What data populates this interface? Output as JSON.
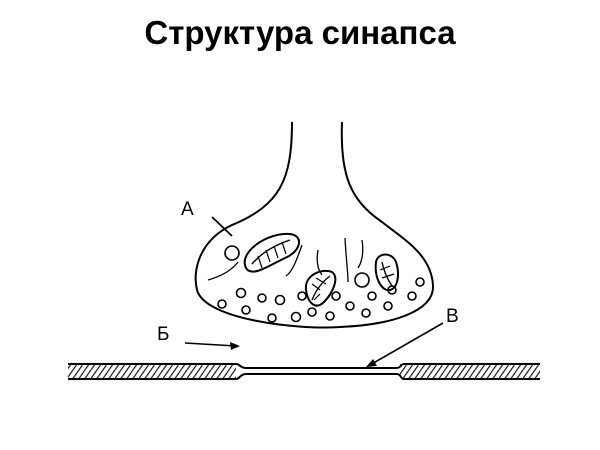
{
  "title": "Структура синапса",
  "labels": {
    "a": "А",
    "b": "Б",
    "v": "В"
  },
  "colors": {
    "ink": "#000000",
    "background": "#ffffff"
  }
}
